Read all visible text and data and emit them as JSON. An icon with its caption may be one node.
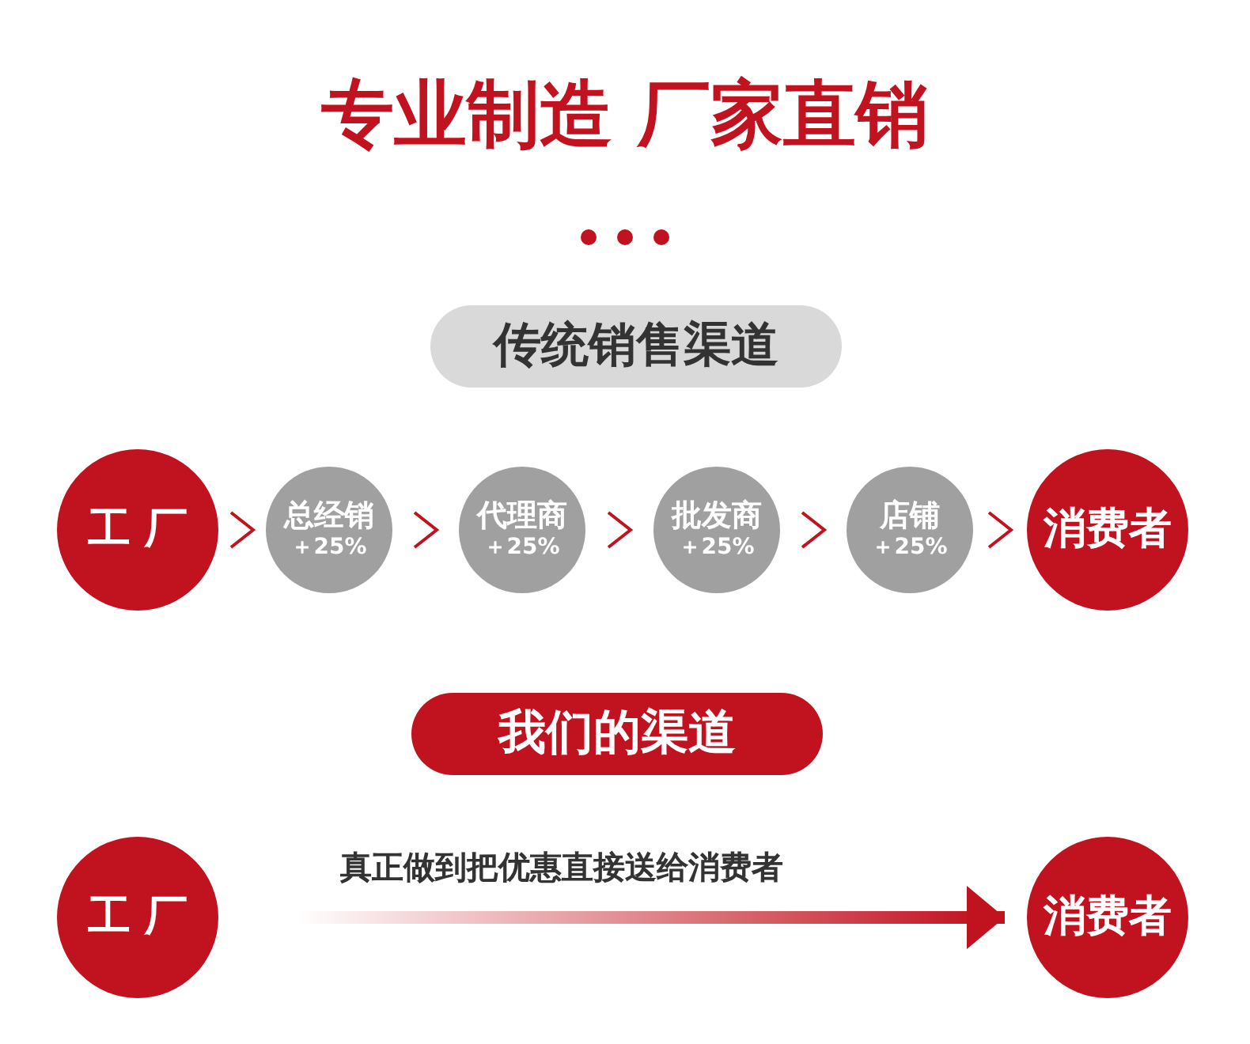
{
  "diagram": {
    "title": "专业制造 厂家直销",
    "nodes": [
      {
        "text": [
          "传统销售渠道"
        ]
      },
      {
        "text": [
          "工 厂"
        ]
      },
      {
        "text": [
          "总经销",
          "＋25%"
        ]
      },
      {
        "text": [
          "代理商",
          "＋25%"
        ]
      },
      {
        "text": [
          "批发商",
          "＋25%"
        ]
      },
      {
        "text": [
          "店铺",
          "＋25%"
        ]
      },
      {
        "text": [
          "消费者"
        ]
      },
      {
        "text": [
          "我们的渠道"
        ]
      },
      {
        "text": [
          "工 厂"
        ]
      },
      {
        "text": [
          "消费者"
        ]
      }
    ],
    "edges": [
      {
        "from": 1,
        "to": 2,
        "arrow": "to"
      },
      {
        "from": 2,
        "to": 3,
        "arrow": "to"
      },
      {
        "from": 3,
        "to": 4,
        "arrow": "to"
      },
      {
        "from": 4,
        "to": 5,
        "arrow": "to"
      },
      {
        "from": 5,
        "to": 6,
        "arrow": "to"
      },
      {
        "from": 8,
        "to": 9,
        "arrow": "to",
        "label": "真正做到把优惠直接送给消费者",
        "style": "thick"
      }
    ]
  }
}
